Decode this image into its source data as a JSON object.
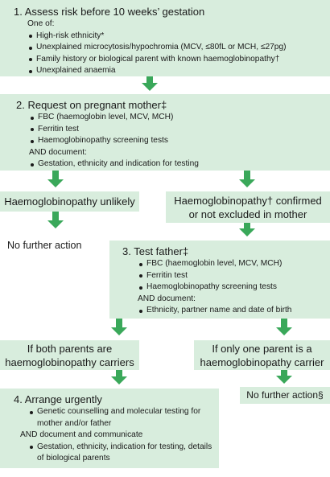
{
  "step1": {
    "title": "1.  Assess risk before 10 weeks’ gestation",
    "subtitle": "One of:",
    "items": [
      "High-risk ethnicity*",
      "Unexplained microcytosis/hypochromia (MCV, ≤80fL or MCH, ≤27pg)",
      "Family history or biological parent with known haemoglobinopathy†",
      "Unexplained anaemia"
    ]
  },
  "step2": {
    "title": "2. Request on pregnant mother‡",
    "items": [
      "FBC (haemoglobin level, MCV, MCH)",
      "Ferritin test",
      "Haemoglobinopathy screening tests"
    ],
    "document_label": "AND document:",
    "document_items": [
      "Gestation, ethnicity and indication for testing"
    ]
  },
  "unlikely": {
    "text": "Haemoglobinopathy unlikely"
  },
  "confirmed": {
    "line1": "Haemoglobinopathy† confirmed",
    "line2": "or not excluded in mother"
  },
  "no_action_1": "No further action",
  "step3": {
    "title": "3. Test father‡",
    "items": [
      "FBC (haemoglobin level, MCV, MCH)",
      "Ferritin test",
      "Haemoglobinopathy screening tests"
    ],
    "document_label": "AND document:",
    "document_items": [
      "Ethnicity, partner name and date of birth"
    ]
  },
  "both_carriers": {
    "line1": "If both parents are",
    "line2": "haemoglobinopathy carriers"
  },
  "one_carrier": {
    "line1": "If only one parent is a",
    "line2": "haemoglobinopathy carrier"
  },
  "step4": {
    "title": "4. Arrange urgently",
    "items": [
      "Genetic counselling and molecular testing for mother and/or father"
    ],
    "document_label": "AND document and communicate",
    "document_items": [
      "Gestation, ethnicity, indication for testing, details of biological parents"
    ]
  },
  "no_action_2": "No further action§",
  "colors": {
    "box_fill": "#d8eddd",
    "arrow": "#3aa85a"
  }
}
